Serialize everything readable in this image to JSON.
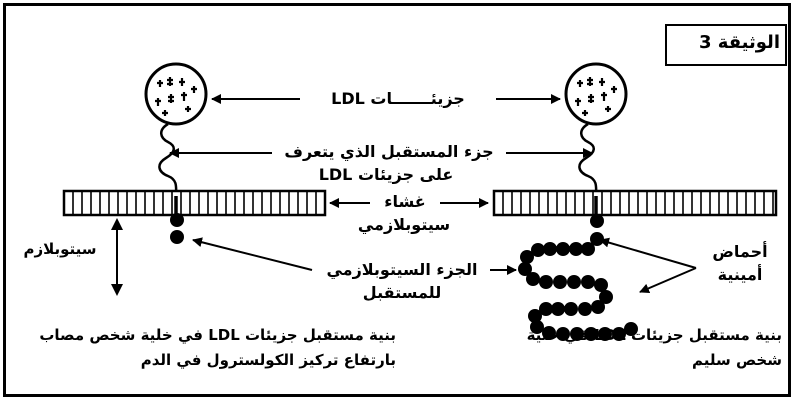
{
  "document_label": "الوثيقة 3",
  "labels": {
    "ldl_molecules": "جزيئـــــــات LDL",
    "receptor_part_line1": "جزء المستقبل الذي يتعرف",
    "receptor_part_line2": "على جزيئات LDL",
    "membrane_line1": "غشاء",
    "membrane_line2": "سيتوبلازمي",
    "cytoplasm": "سيتوبلازم",
    "cytoplasmic_part_line1": "الجزء السيتوبلازمي",
    "cytoplasmic_part_line2": "للمستقبل",
    "amino_acids_line1": "أحماض",
    "amino_acids_line2": "أمينية"
  },
  "captions": {
    "affected_line1": "بنية مستقبل جزيئات LDL في خلية شخص مصاب",
    "affected_line2": "بارتفاع تركيز الكولسترول في الدم",
    "healthy_line1": "بنية مستقبل جزيئات LDL في خلية",
    "healthy_line2": "شخص سليم"
  }
}
